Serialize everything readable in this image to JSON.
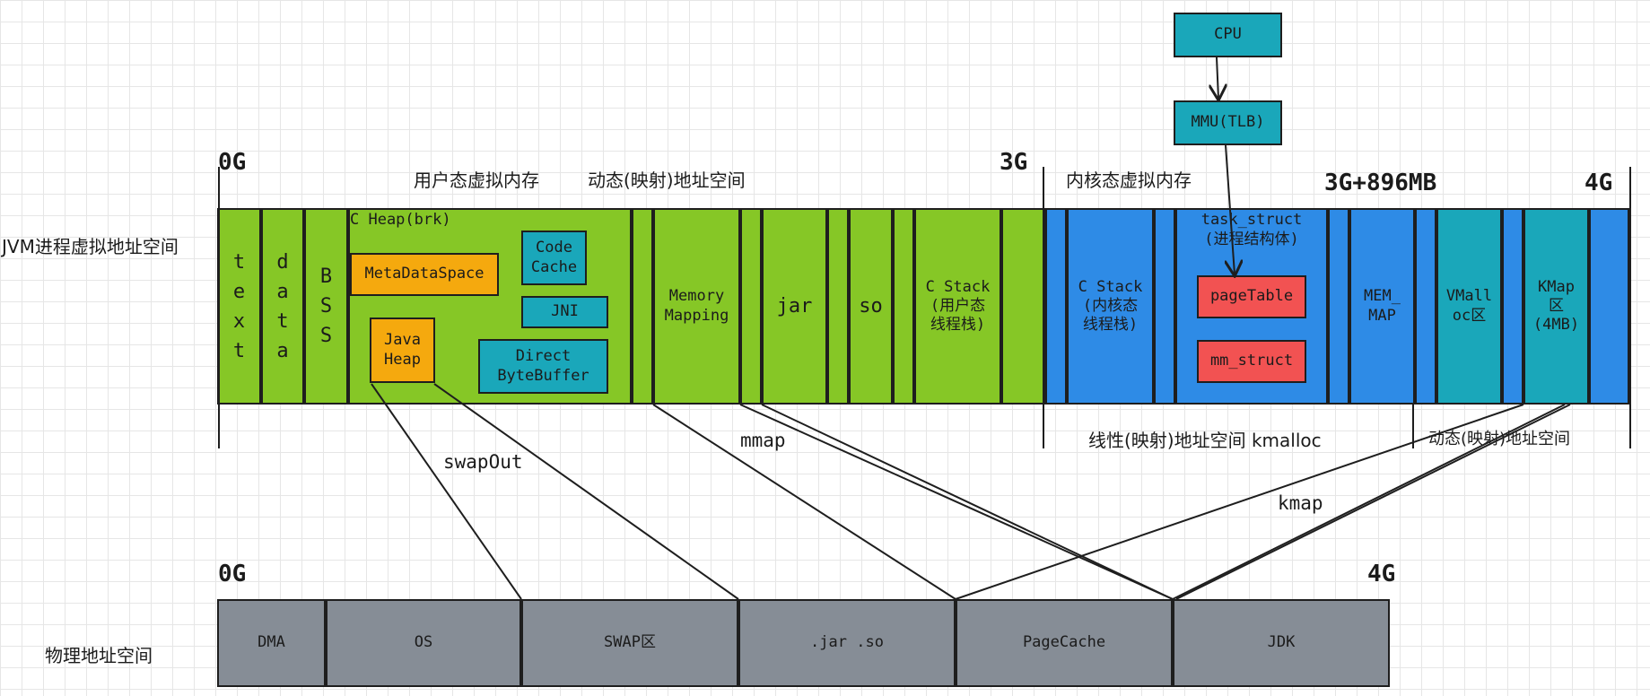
{
  "rows": {
    "virtual_label": "JVM进程虚拟地址空间",
    "physical_label": "物理地址空间"
  },
  "markers": {
    "v_0g": "0G",
    "v_3g": "3G",
    "v_3g896": "3G+896MB",
    "v_4g": "4G",
    "p_0g": "0G",
    "p_4g": "4G"
  },
  "titles": {
    "user_space": "用户态虚拟内存",
    "dynamic_space": "动态(映射)地址空间",
    "kernel_space": "内核态虚拟内存",
    "linear_space": "线性(映射)地址空间 kmalloc",
    "kernel_dynamic_space": "动态(映射)地址空间"
  },
  "user_segments": {
    "text": "t\ne\nx\nt",
    "data": "d\na\nt\na",
    "bss": "B\nS\nS",
    "c_heap": "C Heap(brk)",
    "metadataspace": "MetaDataSpace",
    "code_cache": "Code\nCache",
    "jni": "JNI",
    "java_heap": "Java\nHeap",
    "direct_bytebuffer": "Direct\nByteBuffer",
    "memory_mapping": "Memory\nMapping",
    "jar": "jar",
    "so": "so",
    "c_stack_user": "C Stack\n(用户态\n线程栈)"
  },
  "kernel_segments": {
    "c_stack_kernel": "C Stack\n(内核态\n线程栈)",
    "task_struct": "task_struct\n(进程结构体)",
    "page_table": "pageTable",
    "mm_struct": "mm_struct",
    "mem_map": "MEM_\nMAP",
    "vmalloc": "VMall\noc区",
    "kmap_area": "KMap\n区\n(4MB)"
  },
  "cpu": {
    "cpu": "CPU",
    "mmu": "MMU(TLB)"
  },
  "edge_labels": {
    "swapout": "swapOut",
    "mmap": "mmap",
    "kmap": "kmap"
  },
  "physical_segments": {
    "dma": "DMA",
    "os": "OS",
    "swap": "SWAP区",
    "jar_so": ".jar .so",
    "pagecache": "PageCache",
    "jdk": "JDK"
  },
  "colors": {
    "user": "#86c726",
    "kernel": "#2e8be6",
    "teal": "#1aa7ba",
    "physical": "#868d96",
    "orange": "#f5a90e",
    "red": "#f25252"
  }
}
